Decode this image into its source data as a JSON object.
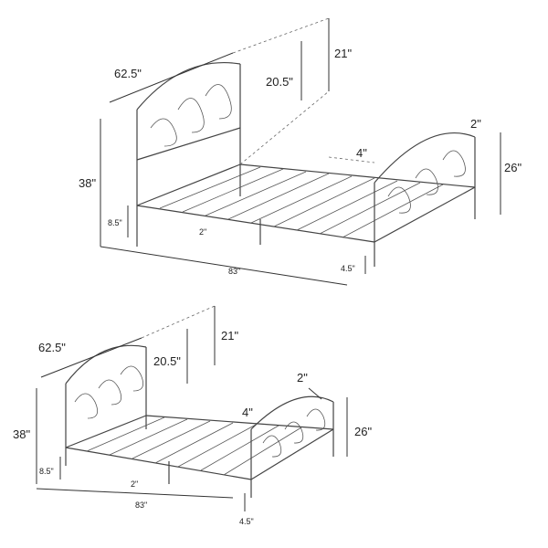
{
  "diagrams": [
    {
      "name": "bed-view-large",
      "headboard_width": "62.5\"",
      "post_height_above": "21\"",
      "headboard_height": "20.5\"",
      "footpost_cap": "2\"",
      "slat_gap": "4\"",
      "footboard_height": "26\"",
      "total_height": "38\"",
      "rail_clearance": "8.5\"",
      "center_leg": "2\"",
      "length": "83\"",
      "leg_height": "4.5\""
    },
    {
      "name": "bed-view-small",
      "headboard_width": "62.5\"",
      "post_height_above": "21\"",
      "headboard_height": "20.5\"",
      "footpost_cap": "2\"",
      "slat_gap": "4\"",
      "footboard_height": "26\"",
      "total_height": "38\"",
      "rail_clearance": "8.5\"",
      "center_leg": "2\"",
      "length": "83\"",
      "leg_height": "4.5\""
    }
  ]
}
